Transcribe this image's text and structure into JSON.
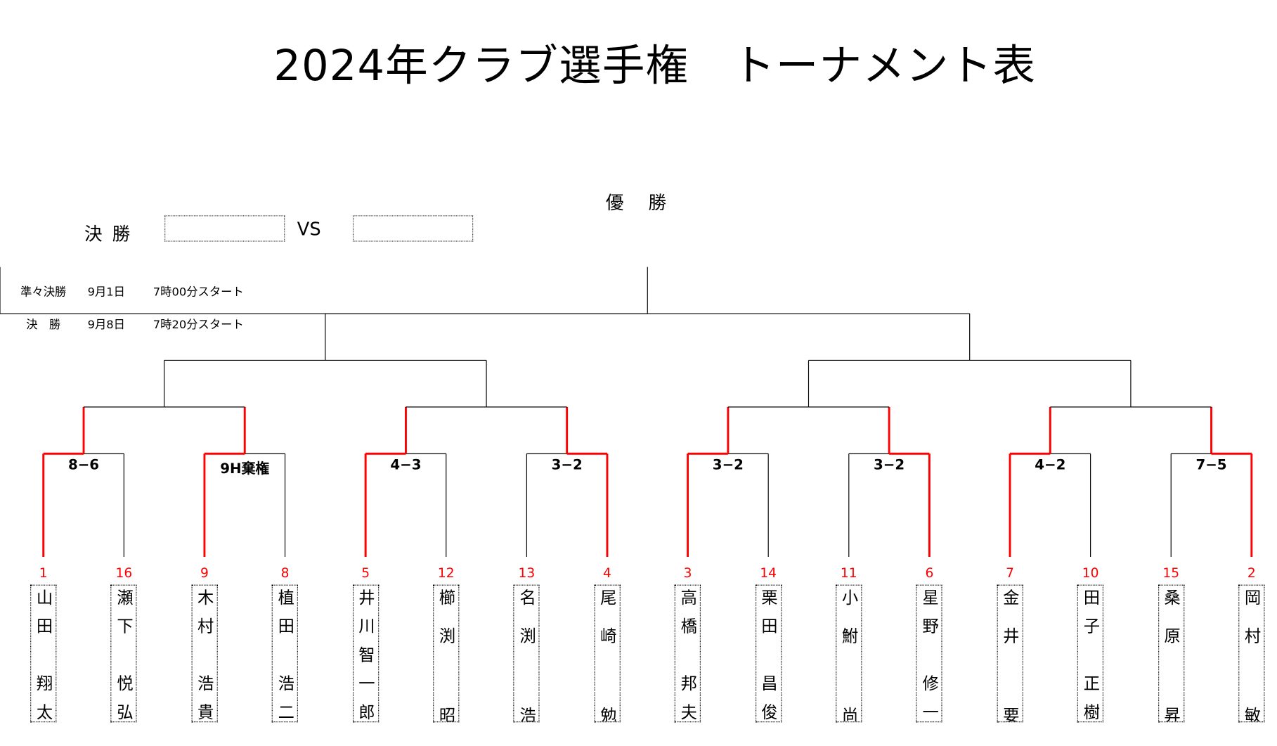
{
  "title": "2024年クラブ選手権　トーナメント表",
  "champion_label": "優勝",
  "final": {
    "label": "決勝",
    "vs": "VS"
  },
  "schedule": [
    {
      "round": "準々決勝",
      "date": "9月1日",
      "time": "7時00分スタート"
    },
    {
      "round": "決　勝",
      "date": "9月8日",
      "time": "7時20分スタート"
    }
  ],
  "colors": {
    "winner_line": "#ff0000",
    "seed_number": "#ff0000",
    "line": "#000000"
  },
  "players": [
    {
      "seed": "1",
      "name": "山田　翔太"
    },
    {
      "seed": "16",
      "name": "瀬下　悦弘"
    },
    {
      "seed": "9",
      "name": "木村　浩貴"
    },
    {
      "seed": "8",
      "name": "植田　浩二"
    },
    {
      "seed": "5",
      "name": "井川智一郎"
    },
    {
      "seed": "12",
      "name": "櫛渕 昭"
    },
    {
      "seed": "13",
      "name": "名渕 浩"
    },
    {
      "seed": "4",
      "name": "尾崎 勉"
    },
    {
      "seed": "3",
      "name": "高橋　邦夫"
    },
    {
      "seed": "14",
      "name": "栗田　昌俊"
    },
    {
      "seed": "11",
      "name": "小鮒 尚"
    },
    {
      "seed": "6",
      "name": "星野　修一"
    },
    {
      "seed": "7",
      "name": "金井 要"
    },
    {
      "seed": "10",
      "name": "田子　正樹"
    },
    {
      "seed": "15",
      "name": "桑原 昇"
    },
    {
      "seed": "2",
      "name": "岡村 敏"
    }
  ],
  "first_round": [
    {
      "score": "8−6",
      "winner": "left"
    },
    {
      "score": "9H棄権",
      "winner": "left"
    },
    {
      "score": "4−3",
      "winner": "left"
    },
    {
      "score": "3−2",
      "winner": "right"
    },
    {
      "score": "3−2",
      "winner": "left"
    },
    {
      "score": "3−2",
      "winner": "right"
    },
    {
      "score": "4−2",
      "winner": "left"
    },
    {
      "score": "7−5",
      "winner": "right"
    }
  ]
}
